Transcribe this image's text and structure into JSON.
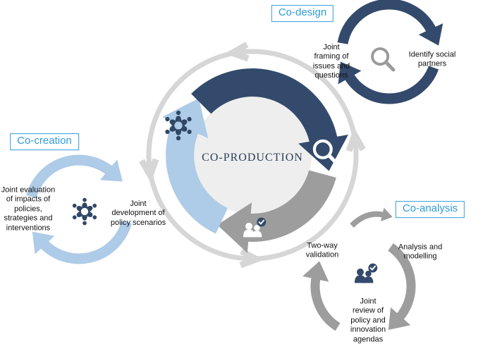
{
  "figure": {
    "title": "CO-PRODUCTION"
  },
  "phases": {
    "co_design": {
      "label": "Co-design",
      "icon": "magnifier-icon",
      "steps": {
        "joint_framing": "Joint\nframing of\nissues and\nquestions",
        "identify_partners": "Identify social\npartners"
      }
    },
    "co_analysis": {
      "label": "Co-analysis",
      "icon": "people-validation-icon",
      "steps": {
        "two_way_validation": "Two-way\nvalidation",
        "analysis_modelling": "Analysis and\nmodelling",
        "joint_review": "Joint\nreview of\npolicy and\ninnovation\nagendas"
      }
    },
    "co_creation": {
      "label": "Co-creation",
      "icon": "collaboration-icon",
      "steps": {
        "joint_evaluation": "Joint evaluation\nof impacts of\npolicies,\nstrategies and\ninterventions",
        "joint_development": "Joint\ndevelopment of\npolicy scenarios"
      }
    }
  },
  "colors": {
    "dark_navy": "#334a6c",
    "gray": "#9d9d9d",
    "light_blue": "#aecbe7",
    "ring_gray": "#d6d6d6",
    "inner_disc": "#eeeeee",
    "label_blue": "#2f9dd9",
    "text": "#111111"
  }
}
